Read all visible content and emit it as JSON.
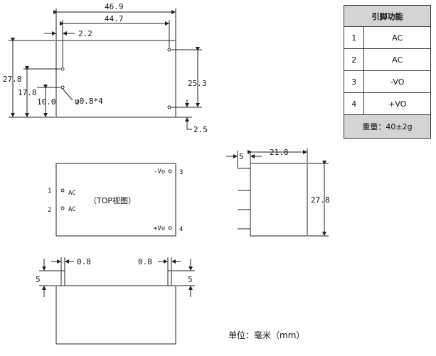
{
  "top_view": {
    "dims": {
      "width_total": "46.9",
      "pin_span": "44.7",
      "pin_offset": "2.2",
      "height_total": "27.8",
      "pin_height_1": "17.8",
      "pin_height_2": "10.0",
      "right_span": "25.3",
      "right_offset": "2.5",
      "pin_diameter": "φ0.8*4"
    }
  },
  "side_view": {
    "pin_length": "5",
    "depth": "21.8",
    "height": "27.8"
  },
  "pin_view": {
    "title": "（TOP视图）",
    "pins": [
      {
        "num": "1",
        "label": "AC"
      },
      {
        "num": "2",
        "label": "AC"
      },
      {
        "num": "3",
        "label": "-Vo"
      },
      {
        "num": "4",
        "label": "+Vo"
      }
    ]
  },
  "bottom_view": {
    "pin_width_left": "0.8",
    "pin_width_right": "0.8",
    "pin_length_left": "5",
    "pin_length_right": "5"
  },
  "unit_note": "单位：毫米（mm）",
  "pin_table": {
    "header": "引脚功能",
    "rows": [
      {
        "pin": "1",
        "func": "AC"
      },
      {
        "pin": "2",
        "func": "AC"
      },
      {
        "pin": "3",
        "func": "-VO"
      },
      {
        "pin": "4",
        "func": "+VO"
      }
    ],
    "weight": "重量：40±2g"
  }
}
